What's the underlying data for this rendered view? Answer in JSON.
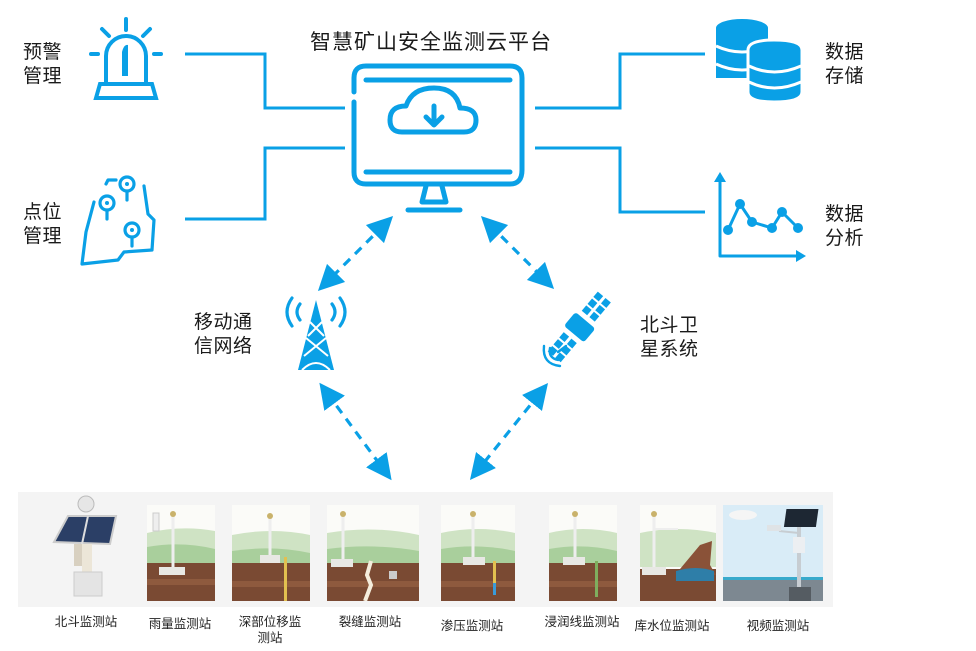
{
  "title": "智慧矿山安全监测云平台",
  "colors": {
    "accent": "#0aa0e6",
    "text": "#1a1a1a",
    "strip_bg": "#f4f4f4"
  },
  "modules": {
    "warning": {
      "line1": "预警",
      "line2": "管理",
      "icon": "siren-icon"
    },
    "points": {
      "line1": "点位",
      "line2": "管理",
      "icon": "map-pins-icon"
    },
    "storage": {
      "line1": "数据",
      "line2": "存储",
      "icon": "database-icon"
    },
    "analysis": {
      "line1": "数据",
      "line2": "分析",
      "icon": "line-chart-icon"
    }
  },
  "center": {
    "icon": "monitor-cloud-download-icon"
  },
  "networks": {
    "mobile": {
      "line1": "移动通",
      "line2": "信网络",
      "icon": "signal-tower-icon"
    },
    "beidou": {
      "line1": "北斗卫",
      "line2": "星系统",
      "icon": "satellite-icon"
    }
  },
  "stations": [
    {
      "label": "北斗监测站"
    },
    {
      "label": "雨量监测站"
    },
    {
      "label": "深部位移监",
      "label2": "测站"
    },
    {
      "label": "裂缝监测站"
    },
    {
      "label": "渗压监测站"
    },
    {
      "label": "浸润线监测站"
    },
    {
      "label": "库水位监测站"
    },
    {
      "label": "视频监测站"
    }
  ]
}
